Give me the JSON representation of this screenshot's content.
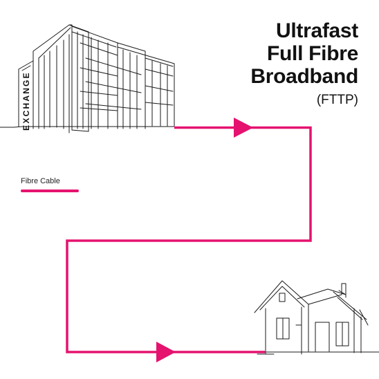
{
  "title": {
    "lines": [
      "Ultrafast",
      "Full Fibre",
      "Broadband"
    ],
    "subtitle": "(FTTP)"
  },
  "exchange_label": "EXCHANGE",
  "legend": {
    "label": "Fibre Cable"
  },
  "colors": {
    "fibre_cable": "#e5126f",
    "line_art": "#1a1a1a",
    "text": "#111111"
  },
  "icons": {
    "exchange_building": "exchange-building-icon",
    "house": "house-icon",
    "flow_arrow": "flow-arrow-icon"
  }
}
